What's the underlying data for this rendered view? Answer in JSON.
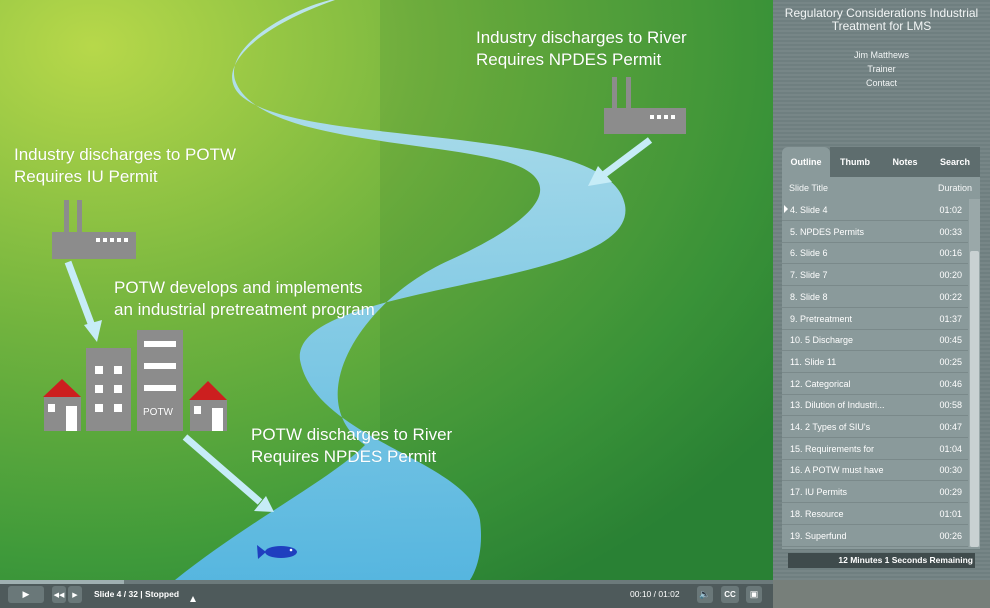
{
  "slide": {
    "captions": {
      "top_right": [
        "Industry discharges to River",
        "Requires NPDES Permit"
      ],
      "left": [
        "Industry discharges to POTW",
        "Requires IU Permit"
      ],
      "middle": [
        "POTW develops and implements",
        "an industrial pretreatment program"
      ],
      "bottom": [
        "POTW discharges to River",
        "Requires NPDES Permit"
      ]
    },
    "potw_label": "POTW"
  },
  "sidebar": {
    "title": "Regulatory Considerations Industrial Treatment for LMS",
    "presenter": "Jim Matthews",
    "role": "Trainer",
    "contact": "Contact",
    "tabs": [
      {
        "label": "Outline",
        "active": true
      },
      {
        "label": "Thumb",
        "active": false
      },
      {
        "label": "Notes",
        "active": false
      },
      {
        "label": "Search",
        "active": false
      }
    ],
    "list_header": {
      "title": "Slide Title",
      "duration": "Duration"
    },
    "rows": [
      {
        "title": "4. Slide 4",
        "duration": "01:02"
      },
      {
        "title": "5. NPDES Permits",
        "duration": "00:33"
      },
      {
        "title": "6. Slide 6",
        "duration": "00:16"
      },
      {
        "title": "7. Slide 7",
        "duration": "00:20"
      },
      {
        "title": "8. Slide 8",
        "duration": "00:22"
      },
      {
        "title": "9. Pretreatment",
        "duration": "01:37"
      },
      {
        "title": "10. 5 Discharge",
        "duration": "00:45"
      },
      {
        "title": "11. Slide 11",
        "duration": "00:25"
      },
      {
        "title": "12. Categorical",
        "duration": "00:46"
      },
      {
        "title": "13. Dilution of Industri...",
        "duration": "00:58"
      },
      {
        "title": "14. 2 Types of SIU's",
        "duration": "00:47"
      },
      {
        "title": "15. Requirements for",
        "duration": "01:04"
      },
      {
        "title": "16. A POTW must have",
        "duration": "00:30"
      },
      {
        "title": "17. IU Permits",
        "duration": "00:29"
      },
      {
        "title": "18. Resource",
        "duration": "01:01"
      },
      {
        "title": "19. Superfund",
        "duration": "00:26"
      }
    ],
    "remaining": "12 Minutes 1 Seconds Remaining"
  },
  "player": {
    "status": "Slide 4 / 32 | Stopped",
    "time": "00:10 / 01:02",
    "progress": 0.16,
    "cc_label": "CC"
  },
  "colors": {
    "river": "#8fd3ef",
    "building": "#8c8c8c",
    "roof": "#cc1f1f",
    "arrow": "#c6ecf7",
    "fish": "#1f3fbf"
  }
}
